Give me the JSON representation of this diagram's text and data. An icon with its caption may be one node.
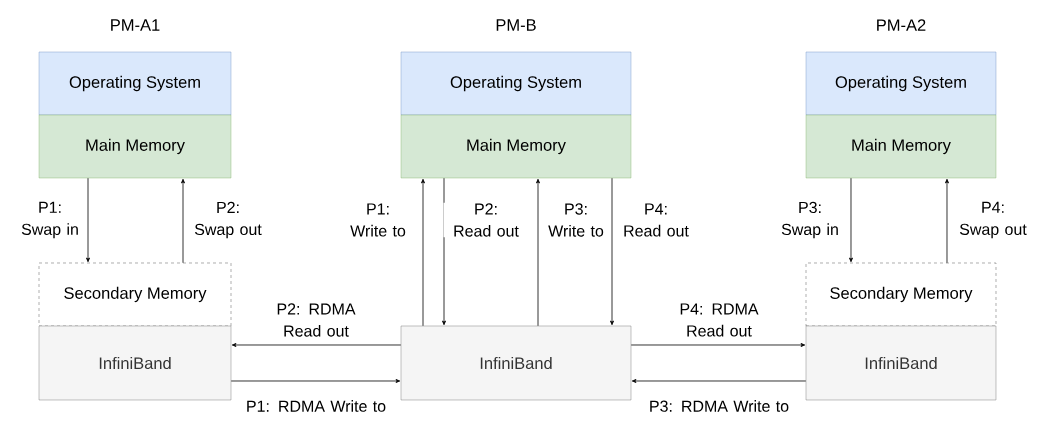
{
  "diagram": {
    "nodes": [
      {
        "text": [
          "Operating System"
        ]
      },
      {
        "text": [
          "Main Memory"
        ]
      },
      {
        "text": [
          "Secondary Memory"
        ]
      },
      {
        "text": [
          "InfiniBand"
        ]
      },
      {
        "text": [
          "Operating System"
        ]
      },
      {
        "text": [
          "Main Memory"
        ]
      },
      {
        "text": [
          "InfiniBand"
        ]
      },
      {
        "text": [
          "Operating System"
        ]
      },
      {
        "text": [
          "Main Memory"
        ]
      },
      {
        "text": [
          "Secondary Memory"
        ]
      },
      {
        "text": [
          "InfiniBand"
        ]
      }
    ],
    "edges": [
      {
        "from": 1,
        "to": 2,
        "arrow": "to",
        "label": "P1: Swap in"
      },
      {
        "from": 2,
        "to": 1,
        "arrow": "to",
        "label": "P2: Swap out"
      },
      {
        "from": 6,
        "to": 3,
        "arrow": "to",
        "label": "P2: RDMA Read out"
      },
      {
        "from": 3,
        "to": 6,
        "arrow": "to",
        "label": "P1: RDMA Write to"
      },
      {
        "from": 6,
        "to": 5,
        "arrow": "to",
        "label": "P1: Write to"
      },
      {
        "from": 5,
        "to": 6,
        "arrow": "to",
        "label": "P2: Read out"
      },
      {
        "from": 6,
        "to": 5,
        "arrow": "to",
        "label": "P3: Write to"
      },
      {
        "from": 5,
        "to": 6,
        "arrow": "to",
        "label": "P4: Read out"
      },
      {
        "from": 6,
        "to": 10,
        "arrow": "to",
        "label": "P4: RDMA Read out"
      },
      {
        "from": 10,
        "to": 6,
        "arrow": "to",
        "label": "P3: RDMA Write to"
      },
      {
        "from": 8,
        "to": 9,
        "arrow": "to",
        "label": "P3: Swap in"
      },
      {
        "from": 9,
        "to": 8,
        "arrow": "to",
        "label": "P4: Swap out"
      }
    ],
    "labels": [
      "PM-A1",
      "PM-B",
      "PM-A2"
    ]
  }
}
